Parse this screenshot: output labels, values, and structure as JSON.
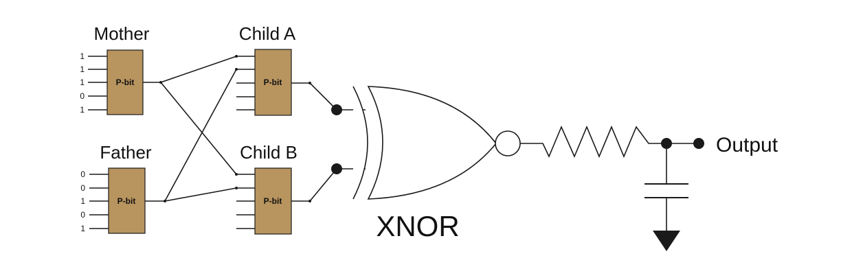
{
  "mother": {
    "label": "Mother",
    "block": "P-bit",
    "inputs": [
      "1",
      "1",
      "1",
      "0",
      "1"
    ]
  },
  "father": {
    "label": "Father",
    "block": "P-bit",
    "inputs": [
      "0",
      "0",
      "1",
      "0",
      "1"
    ]
  },
  "child_a": {
    "label": "Child A",
    "block": "P-bit"
  },
  "child_b": {
    "label": "Child B",
    "block": "P-bit"
  },
  "gate": {
    "label": "XNOR"
  },
  "output": {
    "label": "Output"
  },
  "colors": {
    "pbit_fill": "#b8945f",
    "line": "#1a1a1a"
  }
}
